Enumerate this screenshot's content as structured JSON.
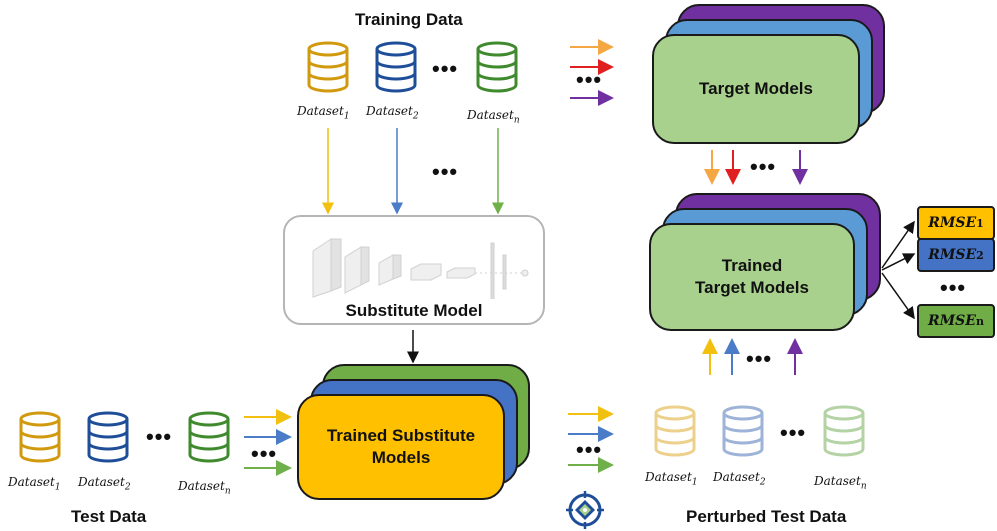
{
  "titles": {
    "training_data": "Training Data",
    "test_data": "Test Data",
    "perturbed_test_data": "Perturbed Test Data"
  },
  "models": {
    "target": "Target Models",
    "trained_target_line1": "Trained",
    "trained_target_line2": "Target Models",
    "substitute": "Substitute Model",
    "trained_substitute_line1": "Trained Substitute",
    "trained_substitute_line2": "Models"
  },
  "dataset": {
    "base": "Dataset",
    "sub1": "1",
    "sub2": "2",
    "subn": "n"
  },
  "rmse": {
    "base": "RMSE",
    "sub1": "1",
    "sub2": "2",
    "subn": "n"
  },
  "ellipsis": "•••",
  "colors": {
    "orange": "#d19a0e",
    "blue": "#1f4e99",
    "green": "#3f8a2d",
    "purple": "#7030a0",
    "red": "#e02020",
    "light_blue": "#5b9bd5",
    "target_green": "#a9d18e",
    "substitute_yellow": "#ffc000",
    "rmse_blue": "#4472c4",
    "rmse_green": "#70ad47"
  }
}
